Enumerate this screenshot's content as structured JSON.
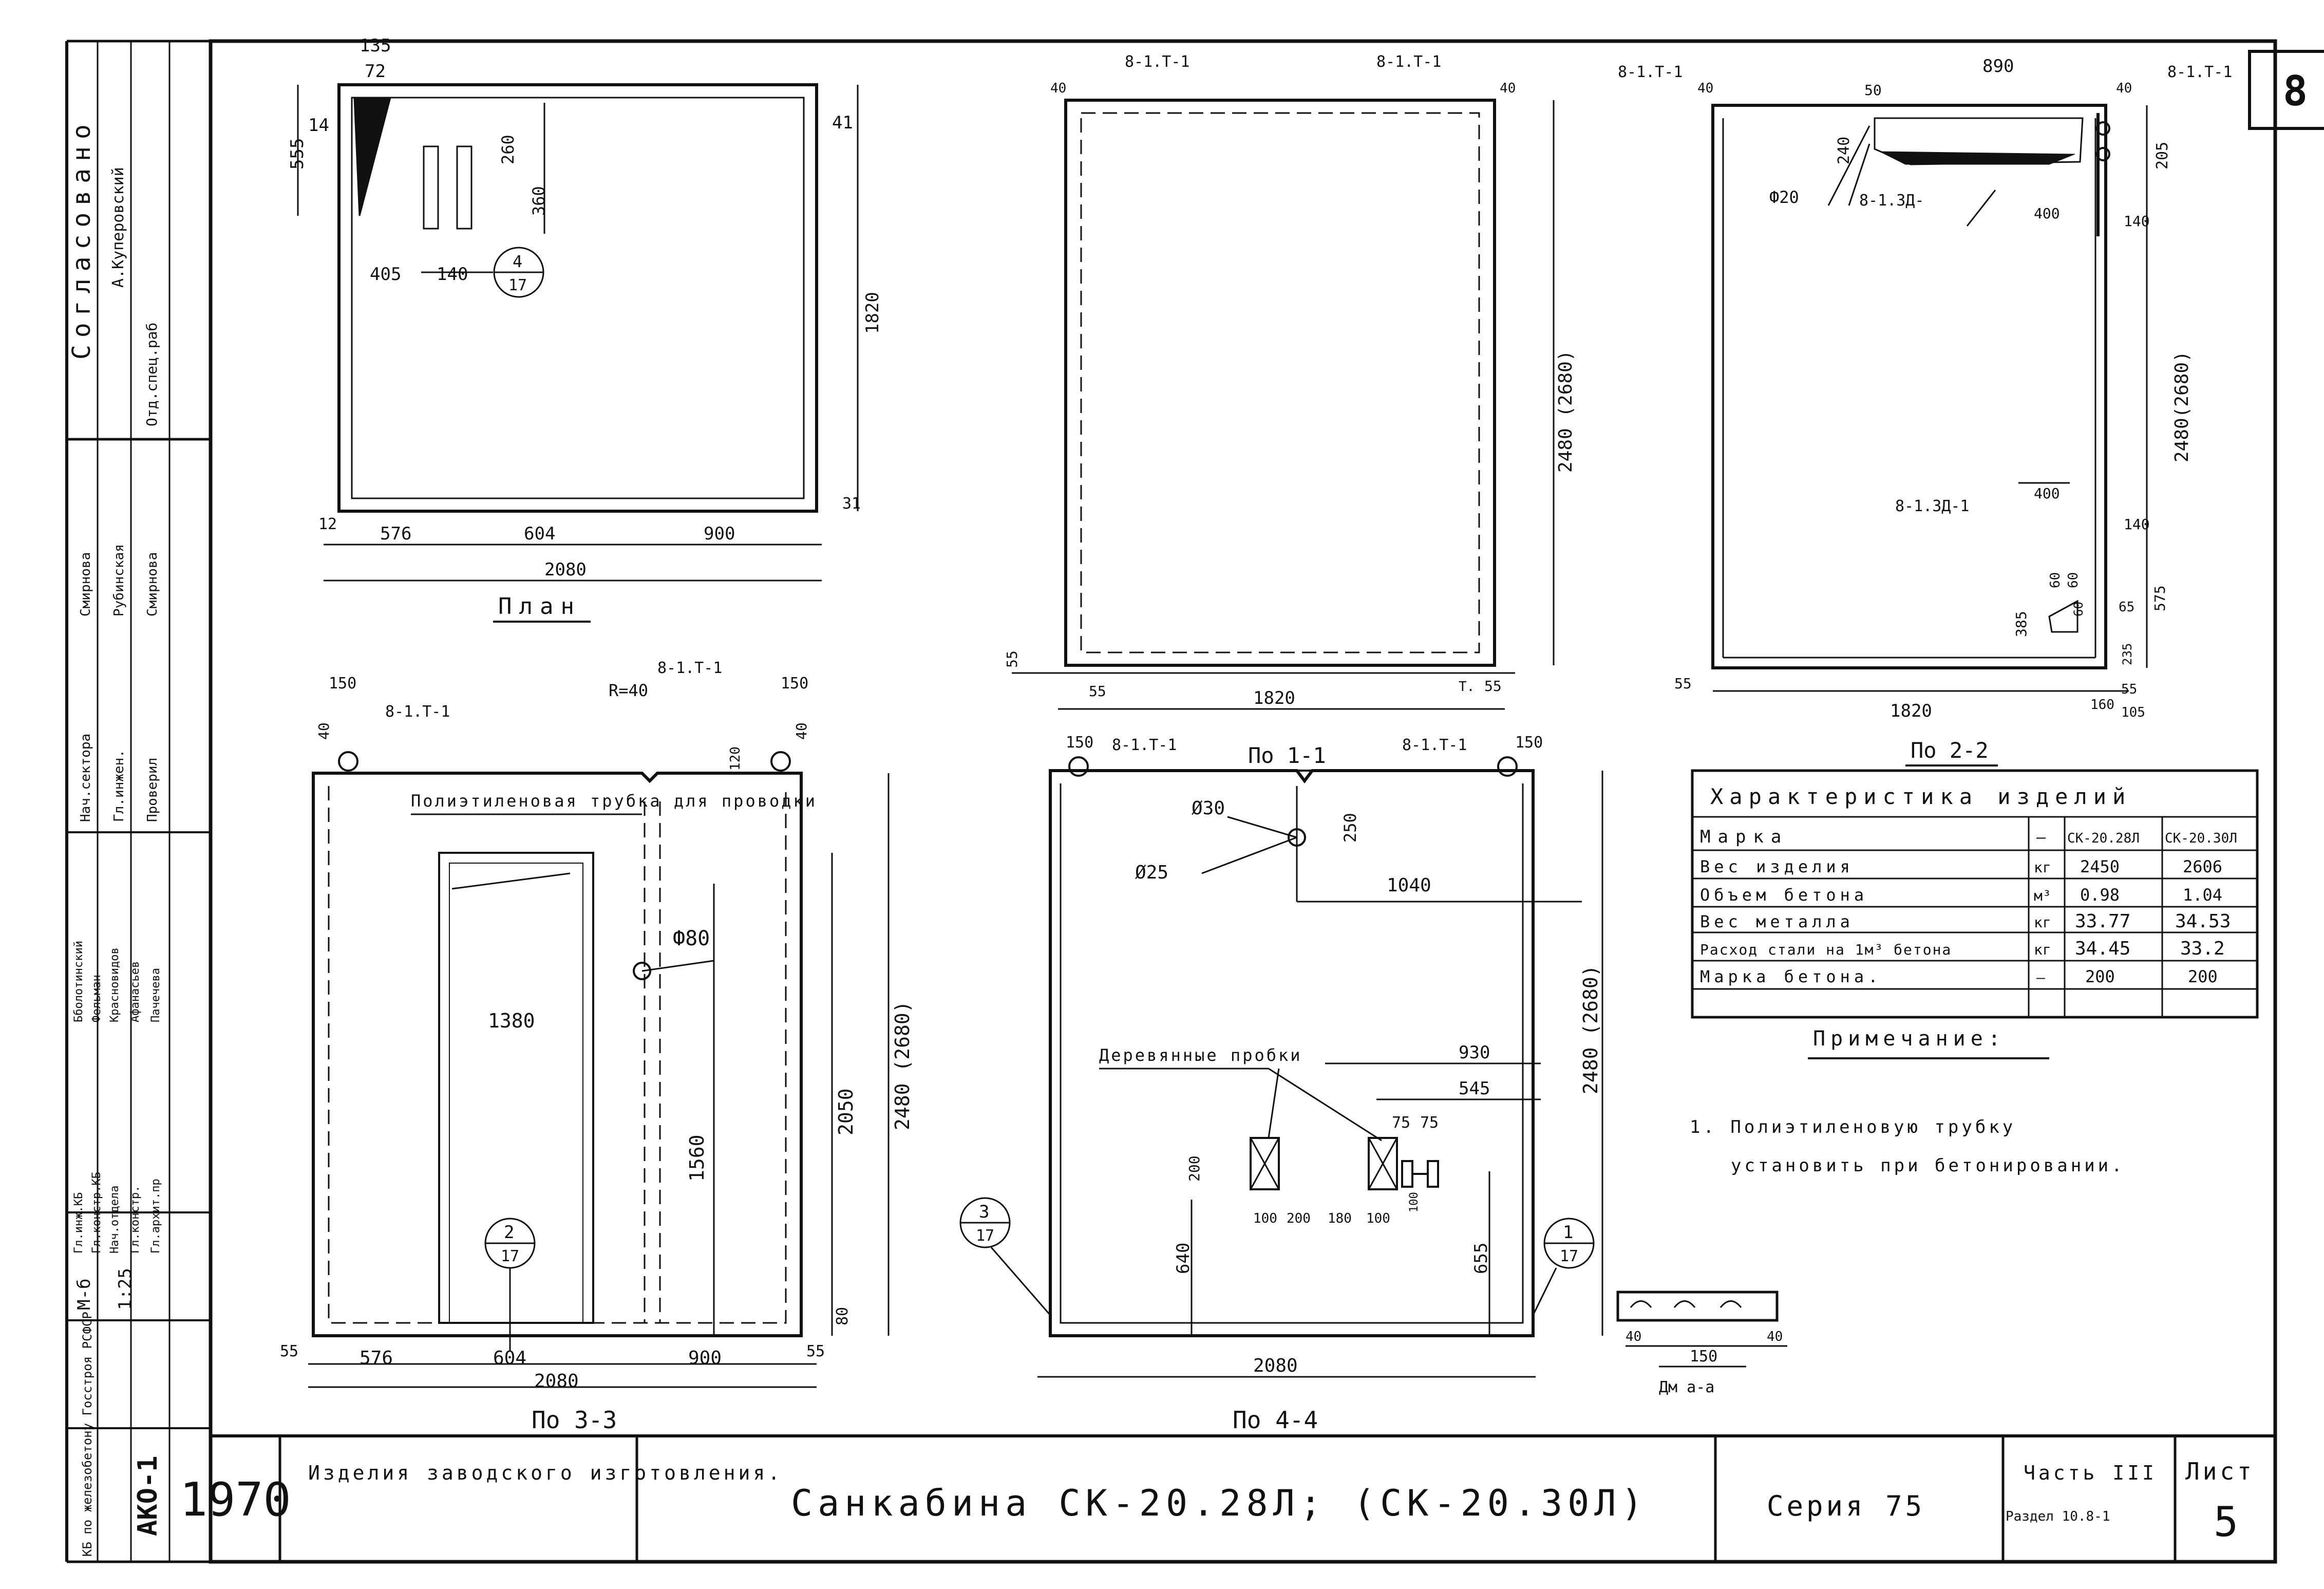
{
  "sheet": {
    "number": "8",
    "left_strip": {
      "approval_title": "Согласовано",
      "approval_rows": [
        {
          "role": "",
          "name": "А.Куперовский"
        },
        {
          "role": "",
          "name": ""
        },
        {
          "role": "Отд.спец.раб",
          "name": ""
        }
      ],
      "staff_roles": [
        "Нач.сектора",
        "Гл.инжен.",
        "Проверил"
      ],
      "staff_names": [
        "Смирнова",
        "Рубинская",
        "Смирнова"
      ],
      "staff2_roles": [
        "Гл.инж.КБ",
        "Гл.констр.КБ",
        "Нач.отдела",
        "Гл.констр.",
        "Гл.архит.пр"
      ],
      "staff2_names": [
        "Бболотинский",
        "Фельман",
        "Красновидов",
        "Афанасьев",
        "Пачечева"
      ],
      "org": "КБ по железобетону Госстроя РСФСР",
      "scale_mark": "М-б",
      "scale": "1:25",
      "album": "АКО-1"
    },
    "title_block": {
      "year": "1970",
      "product_group": "Изделия заводского изготовления.",
      "title": "Санкабина СК-20.28Л; (СК-20.30Л)",
      "series": "Серия 75",
      "part_label": "Часть III",
      "part_sub": "Раздел 10.8-1",
      "sheet_label": "Лист",
      "sheet_no": "5"
    }
  },
  "views": {
    "plan": {
      "title": "План",
      "dims": [
        "135",
        "72",
        "555",
        "14",
        "260",
        "360",
        "405",
        "140",
        "41",
        "1820",
        "12",
        "31",
        "576",
        "604",
        "900",
        "2080"
      ],
      "callout": {
        "num": "4",
        "den": "17"
      }
    },
    "section_1_1": {
      "title": "По 1-1",
      "dims": [
        "40",
        "8-1.Т-1",
        "8-1.Т-1",
        "40",
        "2480 (2680)",
        "55",
        "55",
        "55",
        "1820",
        "Т."
      ]
    },
    "section_2_2": {
      "title": "По 2-2",
      "dims": [
        "8-1.Т-1",
        "40",
        "890",
        "40",
        "8-1.Т-1",
        "50",
        "240",
        "Ф20",
        "8-1.ЗД-",
        "400",
        "205",
        "140",
        "2480(2680)",
        "8-1.ЗД-1",
        "400",
        "140",
        "60",
        "60",
        "385",
        "60",
        "65",
        "575",
        "235",
        "55",
        "55",
        "160",
        "105",
        "1820"
      ]
    },
    "section_3_3": {
      "title": "По 3-3",
      "leader_note": "Полиэтиленовая трубка для проводки",
      "dims": [
        "150",
        "8-1.Т-1",
        "R=40",
        "8-1.Т-1",
        "150",
        "40",
        "120",
        "40",
        "Ф80",
        "1380",
        "1560",
        "2050",
        "2480 (2680)",
        "80",
        "55",
        "576",
        "604",
        "900",
        "55",
        "2080"
      ],
      "callout": {
        "num": "2",
        "den": "17"
      }
    },
    "section_4_4": {
      "title": "По 4-4",
      "leader_note": "Деревянные пробки",
      "dims": [
        "150",
        "8-1.Т-1",
        "8-1.Т-1",
        "150",
        "Ø30",
        "250",
        "Ø25",
        "1040",
        "930",
        "545",
        "75",
        "75",
        "200",
        "100",
        "200",
        "180",
        "100",
        "100",
        "640",
        "655",
        "2480 (2680)",
        "2080"
      ],
      "callouts": [
        {
          "num": "3",
          "den": "17"
        },
        {
          "num": "1",
          "den": "17"
        }
      ]
    },
    "detail_a": {
      "title": "Дм а-а",
      "dims": [
        "40",
        "150",
        "40"
      ]
    }
  },
  "properties_table": {
    "caption": "Характеристика изделий",
    "headers": [
      "Марка",
      "—",
      "СК-20.28Л",
      "СК-20.30Л"
    ],
    "rows": [
      {
        "name": "Вес изделия",
        "unit": "кг",
        "v1": "2450",
        "v2": "2606"
      },
      {
        "name": "Объем бетона",
        "unit": "м³",
        "v1": "0.98",
        "v2": "1.04"
      },
      {
        "name": "Вес металла",
        "unit": "кг",
        "v1": "33.77",
        "v2": "34.53"
      },
      {
        "name": "Расход стали на 1м³ бетона",
        "unit": "кг",
        "v1": "34.45",
        "v2": "33.2"
      },
      {
        "name": "Марка бетона.",
        "unit": "—",
        "v1": "200",
        "v2": "200"
      }
    ]
  },
  "notes": {
    "title": "Примечание:",
    "items": [
      "1. Полиэтиленовую трубку",
      "установить при бетонировании."
    ]
  }
}
